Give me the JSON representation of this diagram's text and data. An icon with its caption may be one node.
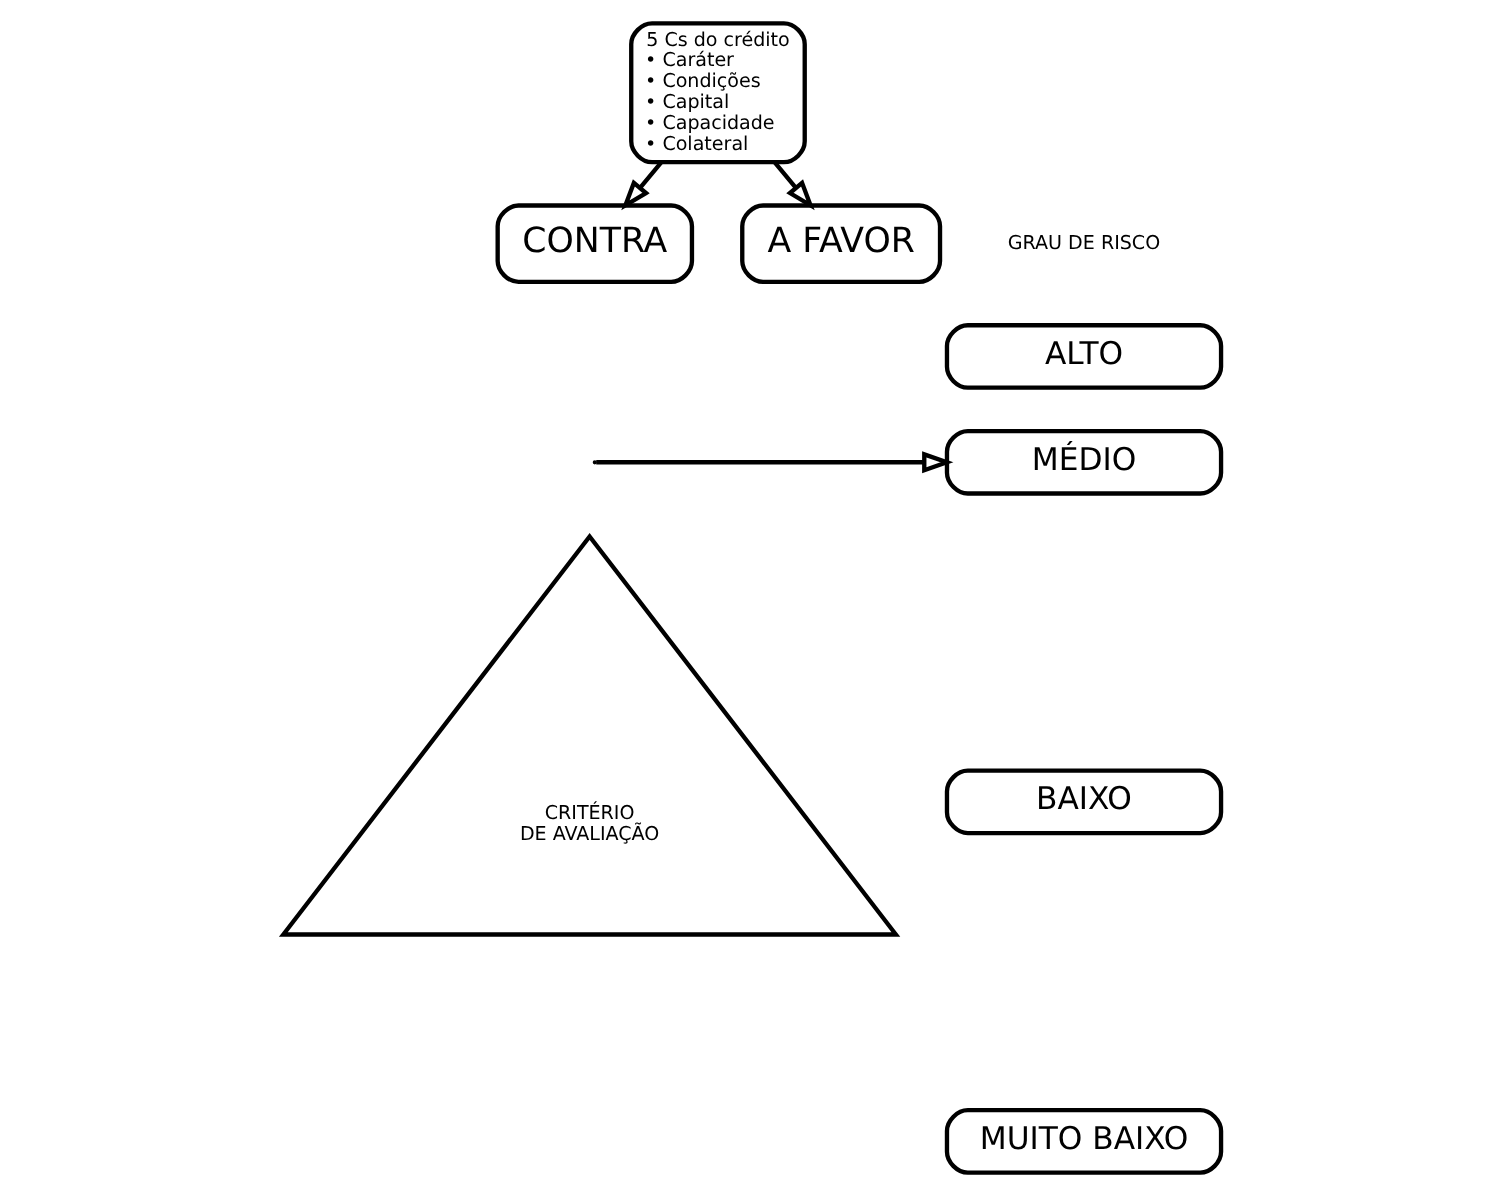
{
  "diagram": {
    "nodes": [
      {
        "text": [
          "5 Cs do crédito",
          "• Caráter",
          "• Condições",
          "• Capital",
          "• Capacidade",
          "• Colateral"
        ]
      },
      {
        "text": [
          "CONTRA"
        ]
      },
      {
        "text": [
          "A FAVOR"
        ]
      },
      {
        "text": [
          "ALTO"
        ]
      },
      {
        "text": [
          "MÉDIO"
        ]
      },
      {
        "text": [
          "BAIXO"
        ]
      },
      {
        "text": [
          "MUITO BAIXO"
        ]
      },
      {
        "text": [
          "CRITÉRIO DE AVALIAÇÃO"
        ]
      }
    ],
    "edges": [
      {
        "from": 0,
        "to": 1,
        "arrow": "to"
      },
      {
        "from": 0,
        "to": 2,
        "arrow": "to"
      },
      {
        "from": null,
        "to": 4,
        "arrow": "to"
      }
    ],
    "labels": [
      "GRAU DE RISCO"
    ]
  }
}
